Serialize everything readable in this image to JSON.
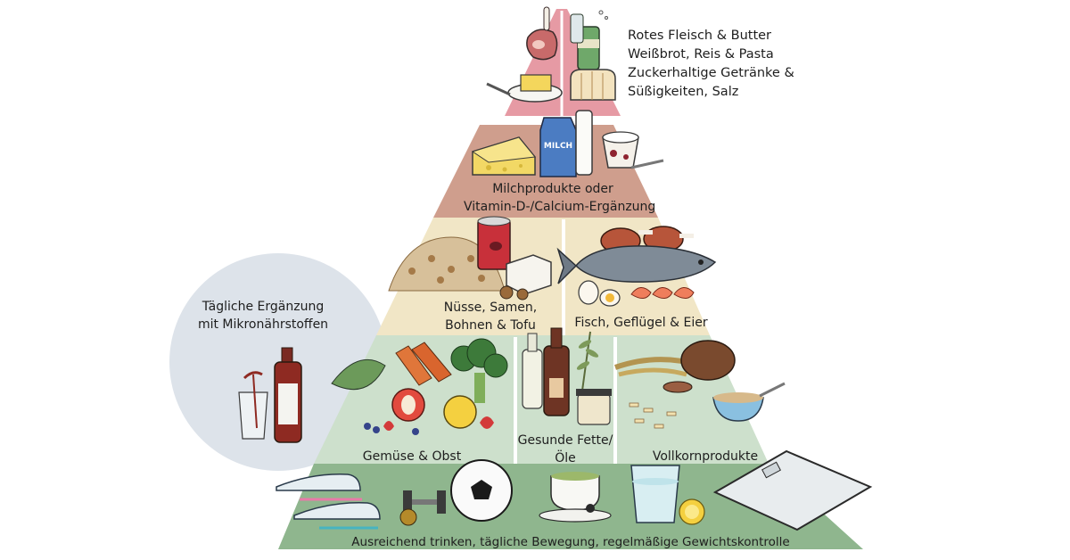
{
  "pyramid": {
    "top": {
      "items": [
        "Rotes Fleisch & Butter",
        "Weißbrot, Reis & Pasta",
        "Zuckerhaltige Getränke &",
        "Süßigkeiten, Salz"
      ]
    },
    "dairy": {
      "line1": "Milchprodukte oder",
      "line2": "Vitamin-D-/Calcium-Ergänzung",
      "carton_text": "MILCH"
    },
    "protein_left": {
      "line1": "Nüsse, Samen,",
      "line2": "Bohnen & Tofu"
    },
    "protein_right": {
      "line1": "Fisch, Geflügel & Eier"
    },
    "plants_left": {
      "line1": "Gemüse & Obst"
    },
    "plants_middle": {
      "line1": "Gesunde Fette/",
      "line2": "Öle"
    },
    "plants_right": {
      "line1": "Vollkornprodukte"
    },
    "base": {
      "line1": "Ausreichend trinken, tägliche Bewegung, regelmäßige Gewichtskontrolle"
    }
  },
  "supplement": {
    "line1": "Tägliche Ergänzung",
    "line2": "mit Mikronährstoffen"
  },
  "colors": {
    "top": "#e69aa4",
    "dairy": "#cf9e8d",
    "protein": "#f1e6c6",
    "plants": "#cde0cc",
    "base": "#8fb68e",
    "circle": "#dde3ea"
  }
}
